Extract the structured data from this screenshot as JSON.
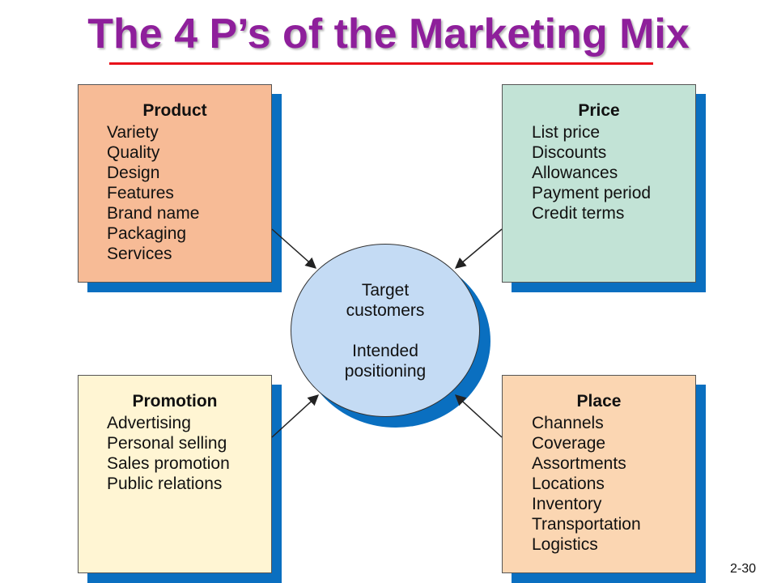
{
  "title": "The 4 P’s of the Marketing Mix",
  "slide_number": "2-30",
  "center": {
    "line1a": "Target",
    "line1b": "customers",
    "line2a": "Intended",
    "line2b": "positioning"
  },
  "boxes": {
    "product": {
      "title": "Product",
      "items": [
        "Variety",
        "Quality",
        "Design",
        "Features",
        "Brand name",
        "Packaging",
        "Services"
      ]
    },
    "price": {
      "title": "Price",
      "items": [
        "List price",
        "Discounts",
        "Allowances",
        "Payment period",
        "Credit terms"
      ]
    },
    "promotion": {
      "title": "Promotion",
      "items": [
        "Advertising",
        "Personal selling",
        "Sales promotion",
        "Public relations"
      ]
    },
    "place": {
      "title": "Place",
      "items": [
        "Channels",
        "Coverage",
        "Assortments",
        "Locations",
        "Inventory",
        "Transportation",
        "Logistics"
      ]
    }
  },
  "colors": {
    "title": "#8e1f9b",
    "rule": "#e8101a",
    "shadow": "#0a6fc0",
    "product": "#f7bb96",
    "price": "#c2e3d6",
    "promotion": "#fff5d3",
    "place": "#fbd6b2",
    "center": "#c4dbf4"
  }
}
